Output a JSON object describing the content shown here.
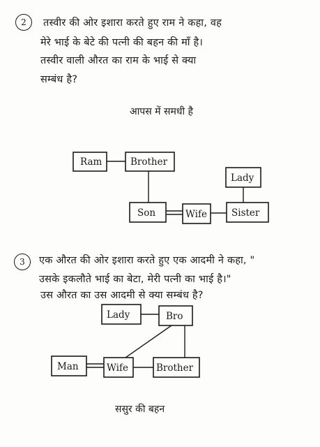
{
  "q2": {
    "number": "2",
    "lines": [
      "तस्वीर की ओर इशारा करते हुए राम ने कहा, वह",
      "मेरे भाई के बेटे की पत्नी की बहन की माँ है।",
      "तस्वीर वाली औरत का राम के भाई से क्या",
      "सम्बंध है?"
    ],
    "answer": "आपस में समधी है",
    "diagram": {
      "ram": "Ram",
      "brother": "Brother",
      "lady": "Lady",
      "son": "Son",
      "wife": "Wife",
      "sister": "Sister"
    }
  },
  "q3": {
    "number": "3",
    "lines": [
      "एक औरत की ओर इशारा करते हुए एक आदमी ने कहा, \"",
      "उसके इकलौते भाई का बेटा, मेरी पत्नी का भाई है।\"",
      "उस औरत का उस आदमी से क्या सम्बंध है?"
    ],
    "answer": "ससुर की बहन",
    "diagram": {
      "lady": "Lady",
      "bro": "Bro",
      "man": "Man",
      "wife": "Wife",
      "brother": "Brother"
    }
  }
}
